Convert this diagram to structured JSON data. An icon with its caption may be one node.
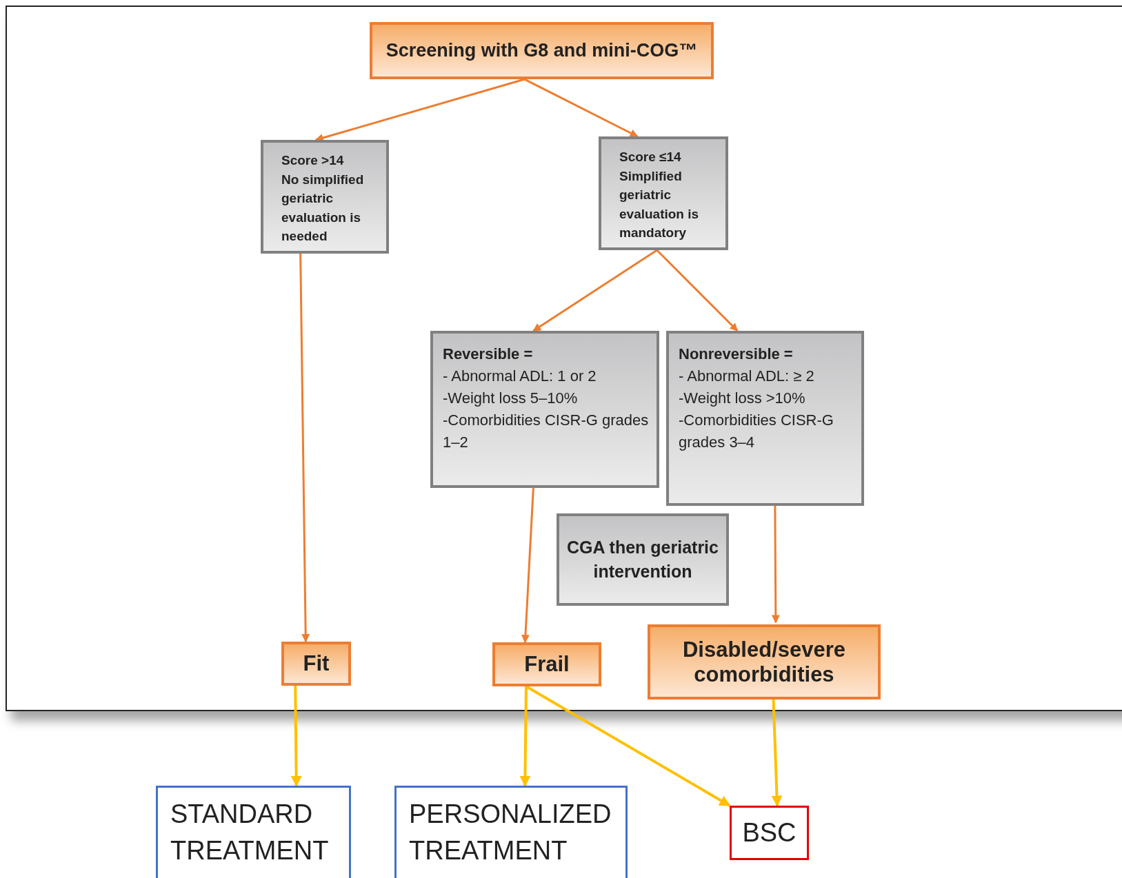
{
  "diagram": {
    "nodes": [
      {
        "text": [
          "Screening with G8 and mini-COG™"
        ]
      },
      {
        "text": [
          "Score >14",
          "No simplified geriatric evaluation is needed"
        ]
      },
      {
        "text": [
          "Score ≤14",
          "Simplified geriatric evaluation is mandatory"
        ]
      },
      {
        "text": [
          "Reversible =",
          "- Abnormal ADL: 1 or 2",
          "-Weight loss 5–10%",
          "-Comorbidities CISR-G grades 1–2"
        ]
      },
      {
        "text": [
          "Nonreversible =",
          "- Abnormal ADL: ≥ 2",
          "-Weight loss >10%",
          "-Comorbidities CISR-G grades 3–4"
        ]
      },
      {
        "text": [
          "CGA then geriatric intervention"
        ]
      },
      {
        "text": [
          "Fit"
        ]
      },
      {
        "text": [
          "Frail"
        ]
      },
      {
        "text": [
          "Disabled/severe comorbidities"
        ]
      },
      {
        "text": [
          "STANDARD TREATMENT"
        ]
      },
      {
        "text": [
          "PERSONALIZED TREATMENT"
        ]
      },
      {
        "text": [
          "BSC"
        ]
      }
    ],
    "edges": [
      {
        "from": 0,
        "to": 1,
        "arrow": "to"
      },
      {
        "from": 0,
        "to": 2,
        "arrow": "to"
      },
      {
        "from": 1,
        "to": 6,
        "arrow": "to"
      },
      {
        "from": 2,
        "to": 3,
        "arrow": "to"
      },
      {
        "from": 2,
        "to": 4,
        "arrow": "to"
      },
      {
        "from": 3,
        "to": 7,
        "arrow": "to"
      },
      {
        "from": 4,
        "to": 8,
        "arrow": "to"
      },
      {
        "from": 6,
        "to": 9,
        "arrow": "to",
        "color": "#ffc000"
      },
      {
        "from": 7,
        "to": 10,
        "arrow": "to",
        "color": "#ffc000"
      },
      {
        "from": 7,
        "to": 11,
        "arrow": "to",
        "color": "#ffc000"
      },
      {
        "from": 8,
        "to": 11,
        "arrow": "to",
        "color": "#ffc000"
      }
    ]
  }
}
